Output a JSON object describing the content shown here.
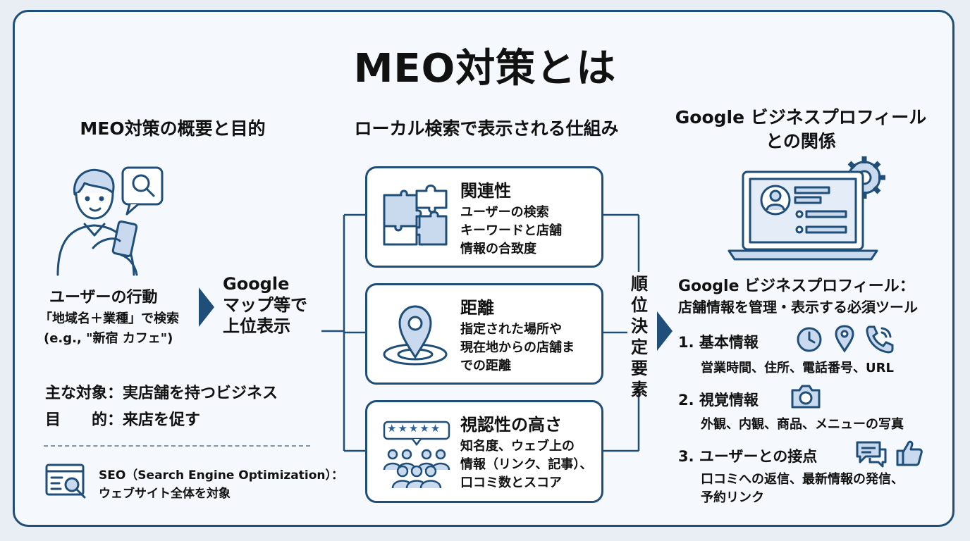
{
  "title": "MEO対策とは",
  "left": {
    "heading": "MEO対策の概要と目的",
    "user_action_title": "ユーザーの行動",
    "user_action_line1": "「地域名＋業種」で検索",
    "user_action_line2": "(e.g., \"新宿 カフェ\")",
    "result_lines": [
      "Google",
      "マップ等で",
      "上位表示"
    ],
    "target_label": "主な対象",
    "target_value": "：実店舗を持つビジネス",
    "purpose_label": "目　　的",
    "purpose_value": "：来店を促す",
    "seo_line1": "SEO（Search Engine Optimization）：",
    "seo_line2": "ウェブサイト全体を対象"
  },
  "middle": {
    "heading": "ローカル検索で表示される仕組み",
    "cards": [
      {
        "title": "関連性",
        "desc": [
          "ユーザーの検索",
          "キーワードと店舗",
          "情報の合致度"
        ]
      },
      {
        "title": "距離",
        "desc": [
          "指定された場所や",
          "現在地からの店舗ま",
          "での距離"
        ]
      },
      {
        "title": "視認性の高さ",
        "desc": [
          "知名度、ウェブ上の",
          "情報（リンク、記事）、",
          "口コミ数とスコア"
        ]
      }
    ],
    "vertical_label": "順位決定要素",
    "stars": "★★★★★"
  },
  "right": {
    "heading_line1": "Google ビジネスプロフィール",
    "heading_line2": "との関係",
    "gbp_line1": "Google ビジネスプロフィール：",
    "gbp_line2": "店舗情報を管理・表示する必須ツール",
    "sections": [
      {
        "label": "1. 基本情報",
        "desc": [
          "営業時間、住所、電話番号、URL"
        ]
      },
      {
        "label": "2. 視覚情報",
        "desc": [
          "外観、内観、商品、メニューの写真"
        ]
      },
      {
        "label": "3. ユーザーとの接点",
        "desc": [
          "口コミへの返信、最新情報の発信、",
          "予約リンク"
        ]
      }
    ]
  },
  "colors": {
    "navy": "#1f4e79",
    "accent": "#2b5f97",
    "light": "#c9d9ee",
    "pale": "#e3ecf7"
  }
}
